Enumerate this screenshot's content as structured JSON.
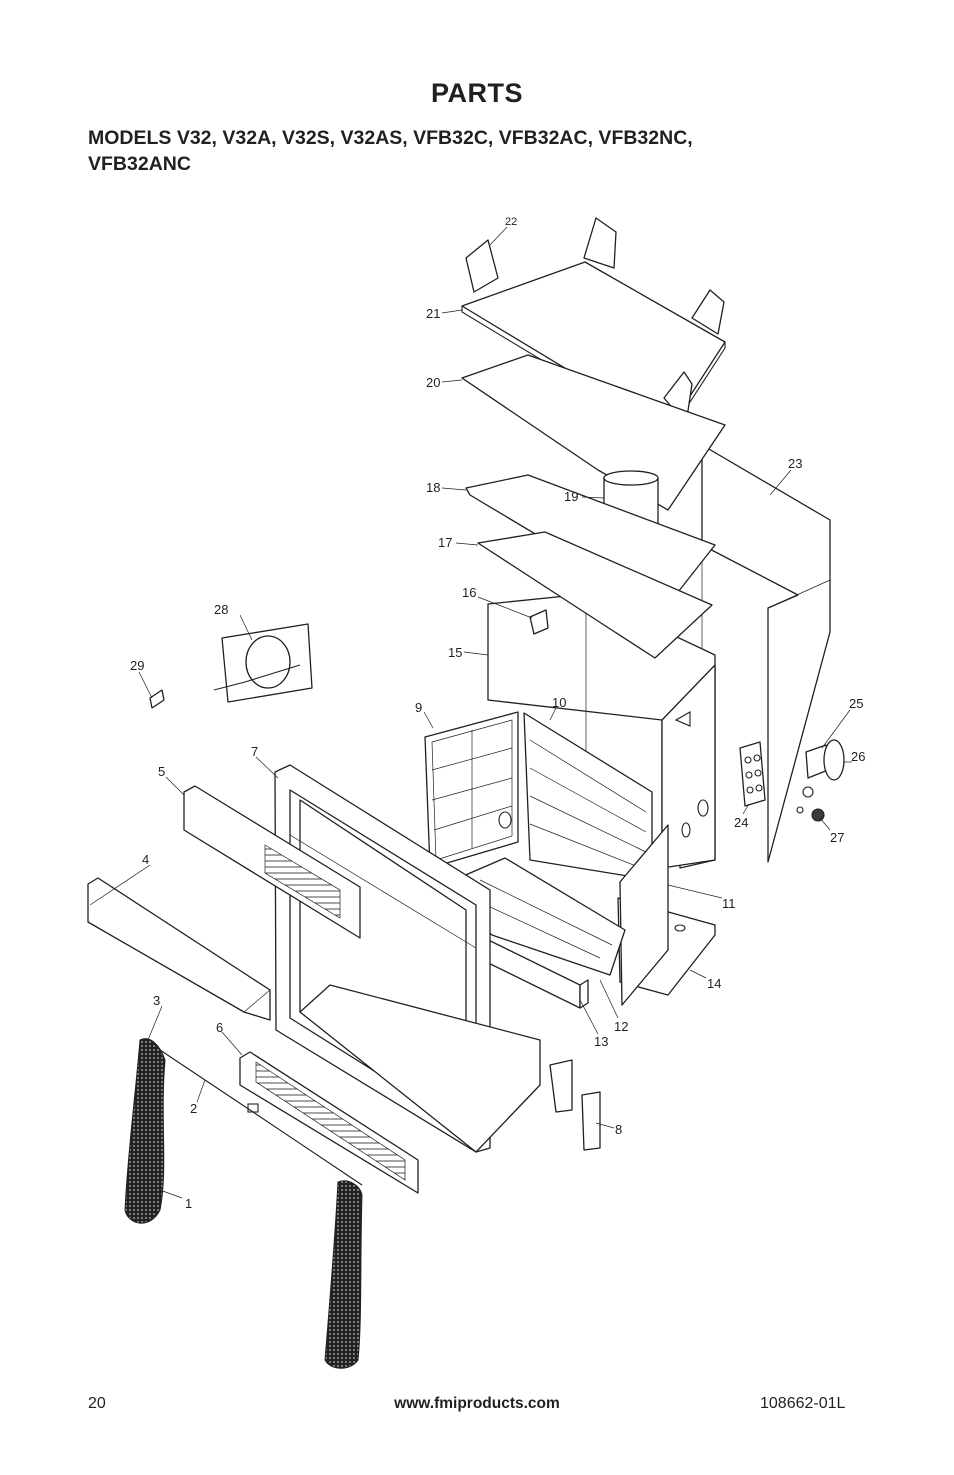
{
  "header": {
    "title": "PARTS",
    "models_line1": "MODELS V32, V32A, V32S, V32AS, VFB32C, VFB32AC, VFB32NC,",
    "models_line2": "VFB32ANC"
  },
  "diagram": {
    "callouts": [
      "1",
      "2",
      "3",
      "4",
      "5",
      "6",
      "7",
      "8",
      "9",
      "10",
      "11",
      "12",
      "13",
      "14",
      "15",
      "16",
      "17",
      "18",
      "19",
      "20",
      "21",
      "22",
      "23",
      "24",
      "25",
      "26",
      "27",
      "28",
      "29"
    ]
  },
  "footer": {
    "page_number": "20",
    "website": "www.fmiproducts.com",
    "doc_number": "108662-01L"
  }
}
